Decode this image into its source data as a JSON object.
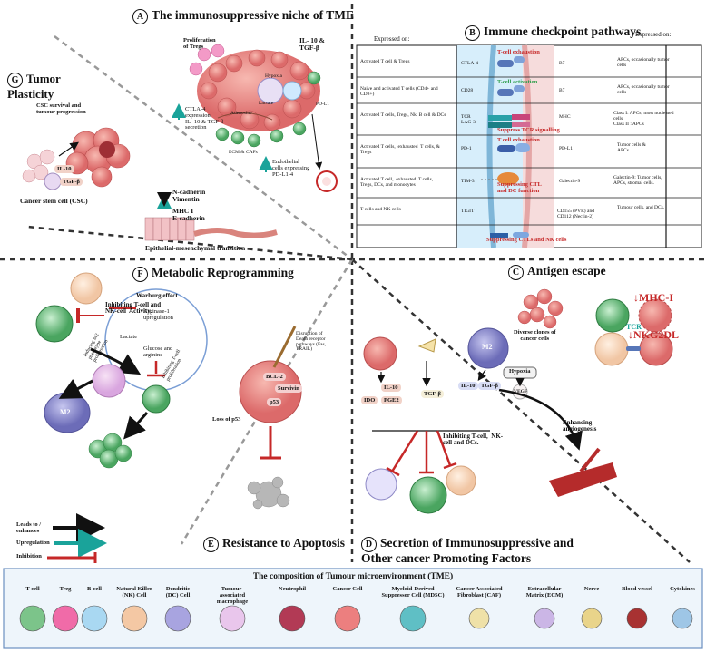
{
  "panelA": {
    "title": "The immunosuppressive niche of TME",
    "letter": "A",
    "tregs": "Proliferation\nof Tregs",
    "il10": "IL- 10 &\nTGF-β",
    "pdl1": "PD-L1",
    "ctla4": "CTLA-4\nexpression\nIL- 10 & TGF-β\nsecretion",
    "ecm": "ECM & CAFs",
    "hypoxia": "Hypoxia",
    "lactate": "Lactate",
    "adenosine": "Adenosine",
    "endothelial": "Endothelial\ncells expressing\nPD-L1-4"
  },
  "panelB": {
    "title": "Immune checkpoint pathways",
    "letter": "B",
    "expressed_on_left": "Expressed on:",
    "expressed_on_right": "Expressed on:",
    "rows": [
      {
        "left": "Activated T cell & Tregs",
        "receptor": "CTLA-4",
        "ligand": "B7",
        "right": "APCs, occasionally tumor\ncells",
        "label": "T-cell exhaustion",
        "label_color": "red"
      },
      {
        "left": "Naive and activated T cells (CD4+ and\nCD8+)",
        "receptor": "CD28",
        "ligand": "B7",
        "right": "APCs, occasionally tumor\ncells",
        "label": "T-cell activation",
        "label_color": "green"
      },
      {
        "left": "Activated T cells, Tregs, Nk, B cell & DCs",
        "receptor": "TCR\nLAG-3",
        "ligand": "MHC",
        "right": "Class I: APCs, most nucleated\ncells\nClass II : APCs",
        "label": "Suppress TCR signalling",
        "label_color": "red"
      },
      {
        "left": "Activated T cells,  exhausted  T cells, &\nTregs",
        "receptor": "PD-1",
        "ligand": "PD-L1",
        "right": "Tumor cells &\nAPCs",
        "label": "T cell exhaustion",
        "label_color": "red"
      },
      {
        "left": "Activated T cell,  exhausted  T cells,\nTregs, DCs, and monocytes",
        "receptor": "TIM-3",
        "ligand": "Galectin-9",
        "right": "Galectin-9: Tumor cells,\nAPCs, stromal cells.",
        "label": "Suppressing CTL\nand DC function",
        "label_color": "red"
      },
      {
        "left": "T cells and NK cells",
        "receptor": "TIGIT",
        "ligand": "CD155 (PVR) and\nCD112 (Nectin-2)",
        "right": "Tumour cells, and DCs.",
        "label": "Suppressing CTLs and NK cells",
        "label_color": "red"
      }
    ]
  },
  "panelG": {
    "letter": "G",
    "title": "Tumor\nPlasticity",
    "csc_survival": "CSC survival and\ntumour progression",
    "il10": "IL-10",
    "tgfb": "TGF-β",
    "csc": "Cancer stem cell (CSC)",
    "ncad": "N-cadherin\nVimentin",
    "mhc": "MHC I\nE-cadherin",
    "emt": "Epithelial-mesenchymal transition"
  },
  "panelF": {
    "letter": "F",
    "title": "Metabolic Reprogramming",
    "warburg": "Warburg effect",
    "arginase": "Arginase-1\nupregulation",
    "lactate": "Lactate",
    "glucose": "Glucose and\narginine",
    "inhibit_tnk": "Inhibiting T-cell and\nNK-cell  Activity",
    "inducing_m2": "Inducing M2\nphenotype\nproliferation",
    "inhibit_tprolif": "Inhibiting T-cell\nproliferation",
    "m2": "M2"
  },
  "panelE": {
    "letter": "E",
    "title": "Resistance to Apoptosis",
    "disruption": "Disruption of\nDeath receptor\npathways (Fas,\nTRAIL)",
    "bcl2": "BCL-2",
    "survivin": "Survivin",
    "p53": "p53",
    "loss": "Loss of p53"
  },
  "panelC": {
    "letter": "C",
    "title": "Antigen escape",
    "clones": "Diverse clones of\ncancer cells",
    "mhc": "↓MHC-I",
    "tcr": "TCR",
    "nkg2dl": "↓NKG2DL"
  },
  "panelD": {
    "letter": "D",
    "title": "Secretion of Immunosuppressive and\nOther cancer Promoting Factors",
    "m2": "M2",
    "hypoxia": "Hypoxia",
    "vegf": "VEGF",
    "il10a": "IL-10",
    "ido": "IDO",
    "pge2": "PGE2",
    "tgfb": "TGF-β",
    "il10b": "IL-10",
    "tgfb2": "TGF-β",
    "inhibit": "Inhibiting T-cell,  NK-\ncell and DCs.",
    "angio": "Enhancing\nangiogenesis"
  },
  "legend": {
    "leads": "Leads to /\nenhances",
    "up": "Upregulation",
    "inh": "Inhibition"
  },
  "composition": {
    "title": "The composition of Tumour microenvironment (TME)",
    "items": [
      {
        "label": "T-cell"
      },
      {
        "label": "Treg"
      },
      {
        "label": "B-cell"
      },
      {
        "label": "Natural Killer\n(NK) Cell"
      },
      {
        "label": "Dendritic\n(DC) Cell"
      },
      {
        "label": "Tumour-\nassociated\nmacrophage"
      },
      {
        "label": "Neutrophil"
      },
      {
        "label": "Cancer Cell"
      },
      {
        "label": "Myeloid-Derived\nSuppressor Cell (MDSC)"
      },
      {
        "label": "Cancer Associated\nFibroblast (CAF)"
      },
      {
        "label": "Extracellular\nMatrix (ECM)"
      },
      {
        "label": "Nerve"
      },
      {
        "label": "Blood vessel"
      },
      {
        "label": "Cytokines"
      }
    ]
  },
  "colors": {
    "red": "#c62828",
    "green": "#2e9e4a",
    "teal": "#1aa39a",
    "cancer": "#e98b8b"
  }
}
